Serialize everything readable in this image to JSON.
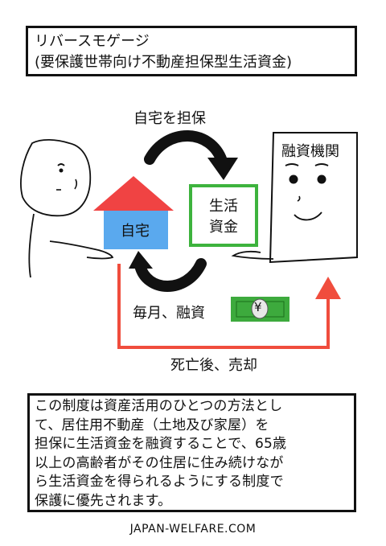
{
  "title": {
    "line1": "リバースモゲージ",
    "line2": "(要保護世帯向け不動産担保型生活資金)"
  },
  "diagram": {
    "top_arrow_label": "自宅を担保",
    "house_label": "自宅",
    "funds_label_1": "生活",
    "funds_label_2": "資金",
    "institution_label": "融資機関",
    "bottom_arrow_label": "毎月、融資",
    "banknote_symbol": "¥",
    "return_label": "死亡後、売却",
    "colors": {
      "house_roof": "#f04343",
      "house_body": "#5aa9ee",
      "funds_border": "#3db33d",
      "return_arrow": "#f04d3d",
      "banknote": "#3daa3d"
    }
  },
  "description": {
    "lines": [
      "この制度は資産活用のひとつの方法とし",
      "て、居住用不動産（土地及び家屋）を",
      "担保に生活資金を融資することで、65歳",
      "以上の高齢者がその住居に住み続けなが",
      "ら生活資金を得られるようにする制度で",
      "保護に優先されます。"
    ]
  },
  "footer": "JAPAN-WELFARE.COM"
}
